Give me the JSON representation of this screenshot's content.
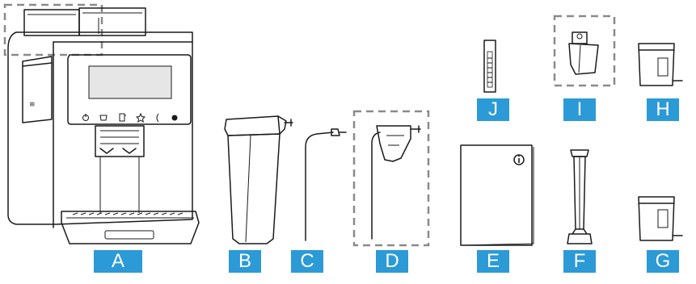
{
  "parts": [
    {
      "id": "espresso-machine",
      "label": "A"
    },
    {
      "id": "milk-container",
      "label": "B"
    },
    {
      "id": "milk-tube",
      "label": "C"
    },
    {
      "id": "milk-tube-holder",
      "label": "D"
    },
    {
      "id": "instruction-manual",
      "label": "E"
    },
    {
      "id": "tube-brush",
      "label": "F"
    },
    {
      "id": "descaling-tank-g",
      "label": "G"
    },
    {
      "id": "water-tank-h",
      "label": "H"
    },
    {
      "id": "water-filter",
      "label": "I"
    },
    {
      "id": "test-strip",
      "label": "J"
    }
  ],
  "colors": {
    "label_bg": "#2b9ad6",
    "label_text": "#ffffff",
    "outline": "#1a1a1a",
    "dashed_box": "#8a8a8a",
    "fill_light": "#f2f2f2",
    "fill_dark": "#7a7a7a",
    "screen": "#e6e6e6"
  },
  "icons": [
    "power-icon",
    "coffee-cup-icon",
    "milk-icon",
    "favorite-star-icon",
    "bean-icon",
    "settings-icon",
    "info-icon"
  ]
}
